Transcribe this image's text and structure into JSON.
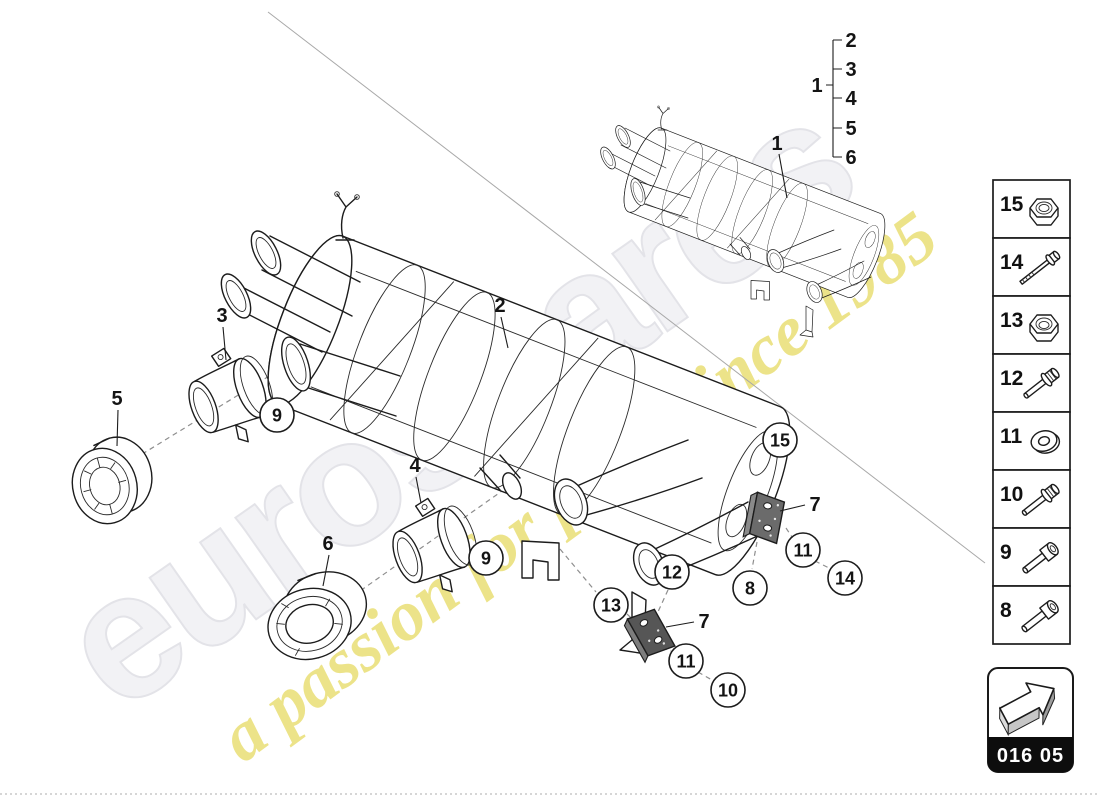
{
  "watermark": {
    "brand": "eurospares",
    "tagline": "a passion for parts since 1985",
    "brand_color": "#f2f2f5",
    "tagline_color": "#ece283"
  },
  "diagram": {
    "group_bracket": {
      "parent": "1",
      "items": [
        "2",
        "3",
        "4",
        "5",
        "6"
      ]
    },
    "plain_callouts": [
      {
        "n": "1"
      },
      {
        "n": "2"
      },
      {
        "n": "3"
      },
      {
        "n": "5"
      },
      {
        "n": "4"
      },
      {
        "n": "6"
      },
      {
        "n": "7"
      },
      {
        "n": "7"
      }
    ],
    "circled_callouts": [
      {
        "n": "9"
      },
      {
        "n": "9"
      },
      {
        "n": "15"
      },
      {
        "n": "11"
      },
      {
        "n": "8"
      },
      {
        "n": "14"
      },
      {
        "n": "12"
      },
      {
        "n": "13"
      },
      {
        "n": "11"
      },
      {
        "n": "10"
      }
    ]
  },
  "legend": {
    "items": [
      {
        "n": "15",
        "icon": "hex-nut-icon"
      },
      {
        "n": "14",
        "icon": "stud-bolt-icon"
      },
      {
        "n": "13",
        "icon": "hex-nut-icon"
      },
      {
        "n": "12",
        "icon": "flange-bolt-icon"
      },
      {
        "n": "11",
        "icon": "washer-icon"
      },
      {
        "n": "10",
        "icon": "flange-bolt-icon"
      },
      {
        "n": "9",
        "icon": "socket-bolt-icon"
      },
      {
        "n": "8",
        "icon": "socket-bolt-icon"
      }
    ]
  },
  "nav": {
    "code": "016 05",
    "icon": "arrow-up-right"
  }
}
